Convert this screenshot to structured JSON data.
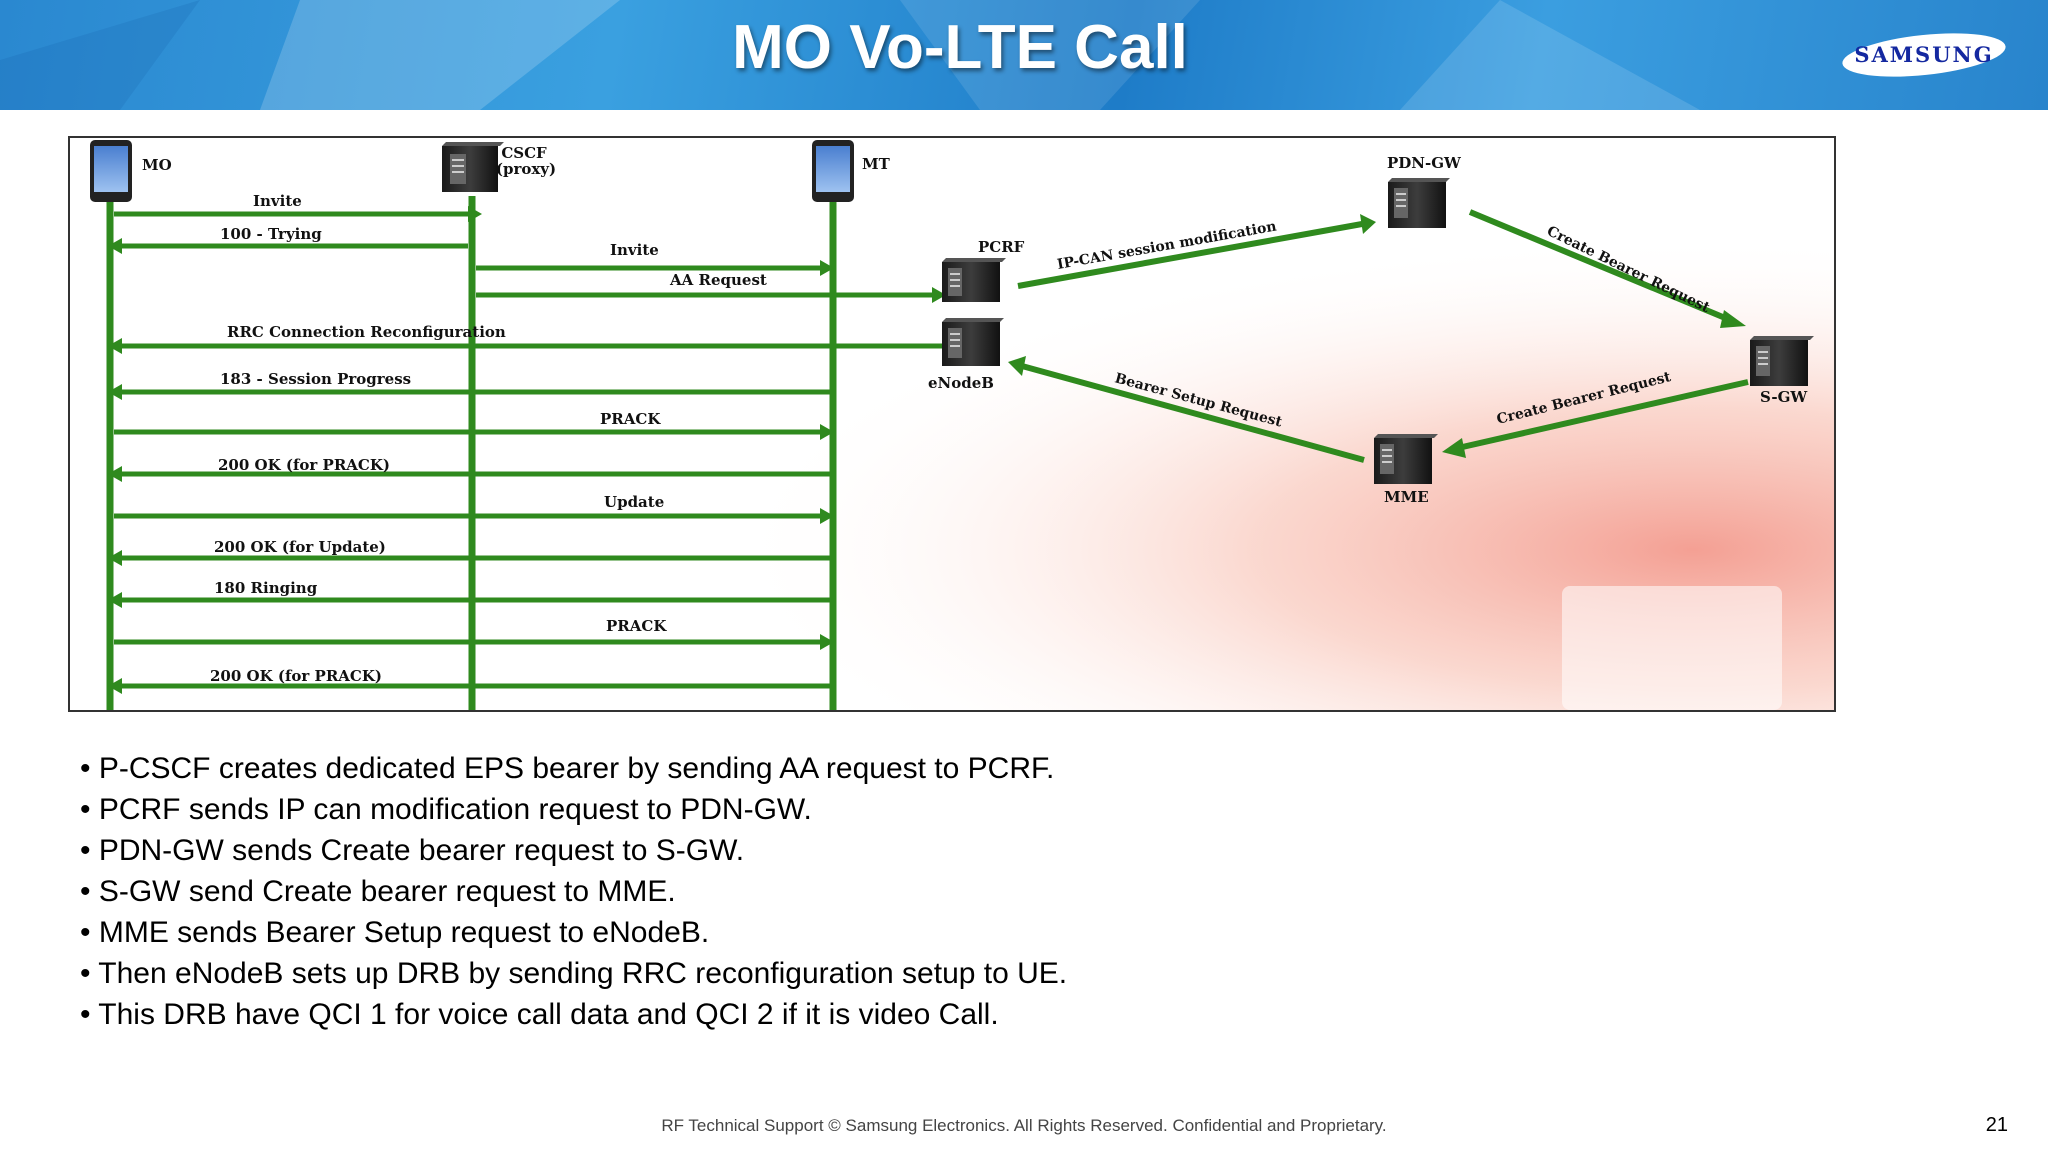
{
  "slide": {
    "title": "MO Vo-LTE Call",
    "logo_text": "SAMSUNG",
    "footer": "RF Technical Support © Samsung Electronics. All Rights Reserved. Confidential and Proprietary.",
    "page_number": "21"
  },
  "diagram": {
    "nodes": {
      "mo": "MO",
      "cscf_line1": "CSCF",
      "cscf_line2": "(proxy)",
      "mt": "MT",
      "pcrf": "PCRF",
      "enodeb": "eNodeB",
      "pdn_gw": "PDN-GW",
      "s_gw": "S-GW",
      "mme": "MME"
    },
    "messages": [
      "Invite",
      "100 - Trying",
      "Invite",
      "AA Request",
      "RRC Connection Reconfiguration",
      "183 - Session Progress",
      "PRACK",
      "200 OK (for PRACK)",
      "Update",
      "200 OK (for Update)",
      "180 Ringing",
      "PRACK",
      "200 OK (for PRACK)"
    ],
    "core_messages": {
      "ip_can": "IP-CAN session modification",
      "create_bearer_1": "Create Bearer Request",
      "create_bearer_2": "Create Bearer Request",
      "bearer_setup": "Bearer Setup Request"
    }
  },
  "bullets": [
    "• P-CSCF creates dedicated EPS bearer by sending AA request to PCRF.",
    "• PCRF sends IP can modification request to PDN-GW.",
    "• PDN-GW sends Create bearer request to S-GW.",
    "• S-GW send Create bearer request to MME.",
    "• MME sends Bearer Setup request to eNodeB.",
    "• Then eNodeB sets up DRB by sending RRC reconfiguration setup to UE.",
    "• This DRB have QCI 1 for voice call data and  QCI 2 if it is video Call."
  ],
  "colors": {
    "header_blue": "#2a88d0",
    "arrow_green": "#2f8a1e",
    "samsung_blue": "#1428a0"
  }
}
